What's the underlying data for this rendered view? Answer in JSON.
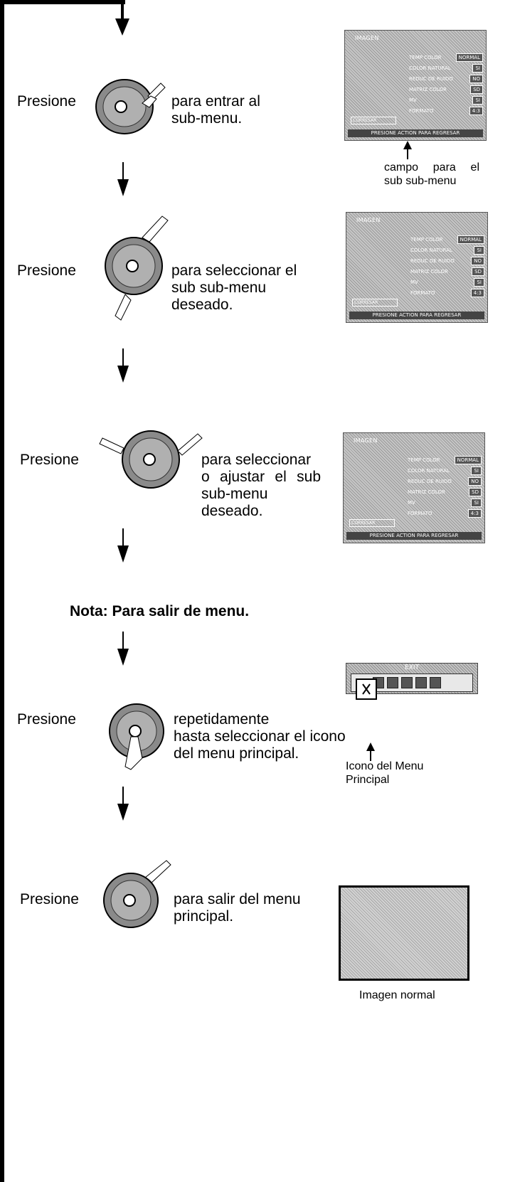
{
  "steps": [
    {
      "press": "Presione",
      "text_lines": [
        "para entrar al",
        "sub-menu."
      ]
    },
    {
      "press": "Presione",
      "text_lines": [
        "para seleccionar el",
        "sub sub-menu",
        "deseado."
      ]
    },
    {
      "press": "Presione",
      "text_lines": [
        "para seleccionar",
        "o ajustar el sub",
        "sub-menu",
        "deseado."
      ]
    },
    {
      "press": "Presione",
      "text_lines": [
        "repetidamente",
        "hasta seleccionar el icono",
        "del menu principal."
      ]
    },
    {
      "press": "Presione",
      "text_lines": [
        "para salir del menu",
        "principal."
      ]
    }
  ],
  "note": "Nota: Para salir de menu.",
  "captions": {
    "campo": [
      "campo para el",
      "sub sub-menu"
    ],
    "icono": [
      "Icono del Menu",
      "Principal"
    ],
    "imagen": "Imagen normal"
  },
  "screen": {
    "title": "IMAGEN",
    "rows": [
      {
        "label": "TEMP COLOR",
        "value": "NORMAL"
      },
      {
        "label": "COLOR NATURAL",
        "value": "SI"
      },
      {
        "label": "REDUC DE RUIDO",
        "value": "NO"
      },
      {
        "label": "MATRIZ COLOR",
        "value": "SD"
      },
      {
        "label": "MV",
        "value": "SI"
      },
      {
        "label": "FORMATO",
        "value": "4:3"
      }
    ],
    "return_label": "CORRESAR",
    "footer": "PRESIONE ACTION PARA REGRESAR"
  },
  "exit_label": "EXIT"
}
